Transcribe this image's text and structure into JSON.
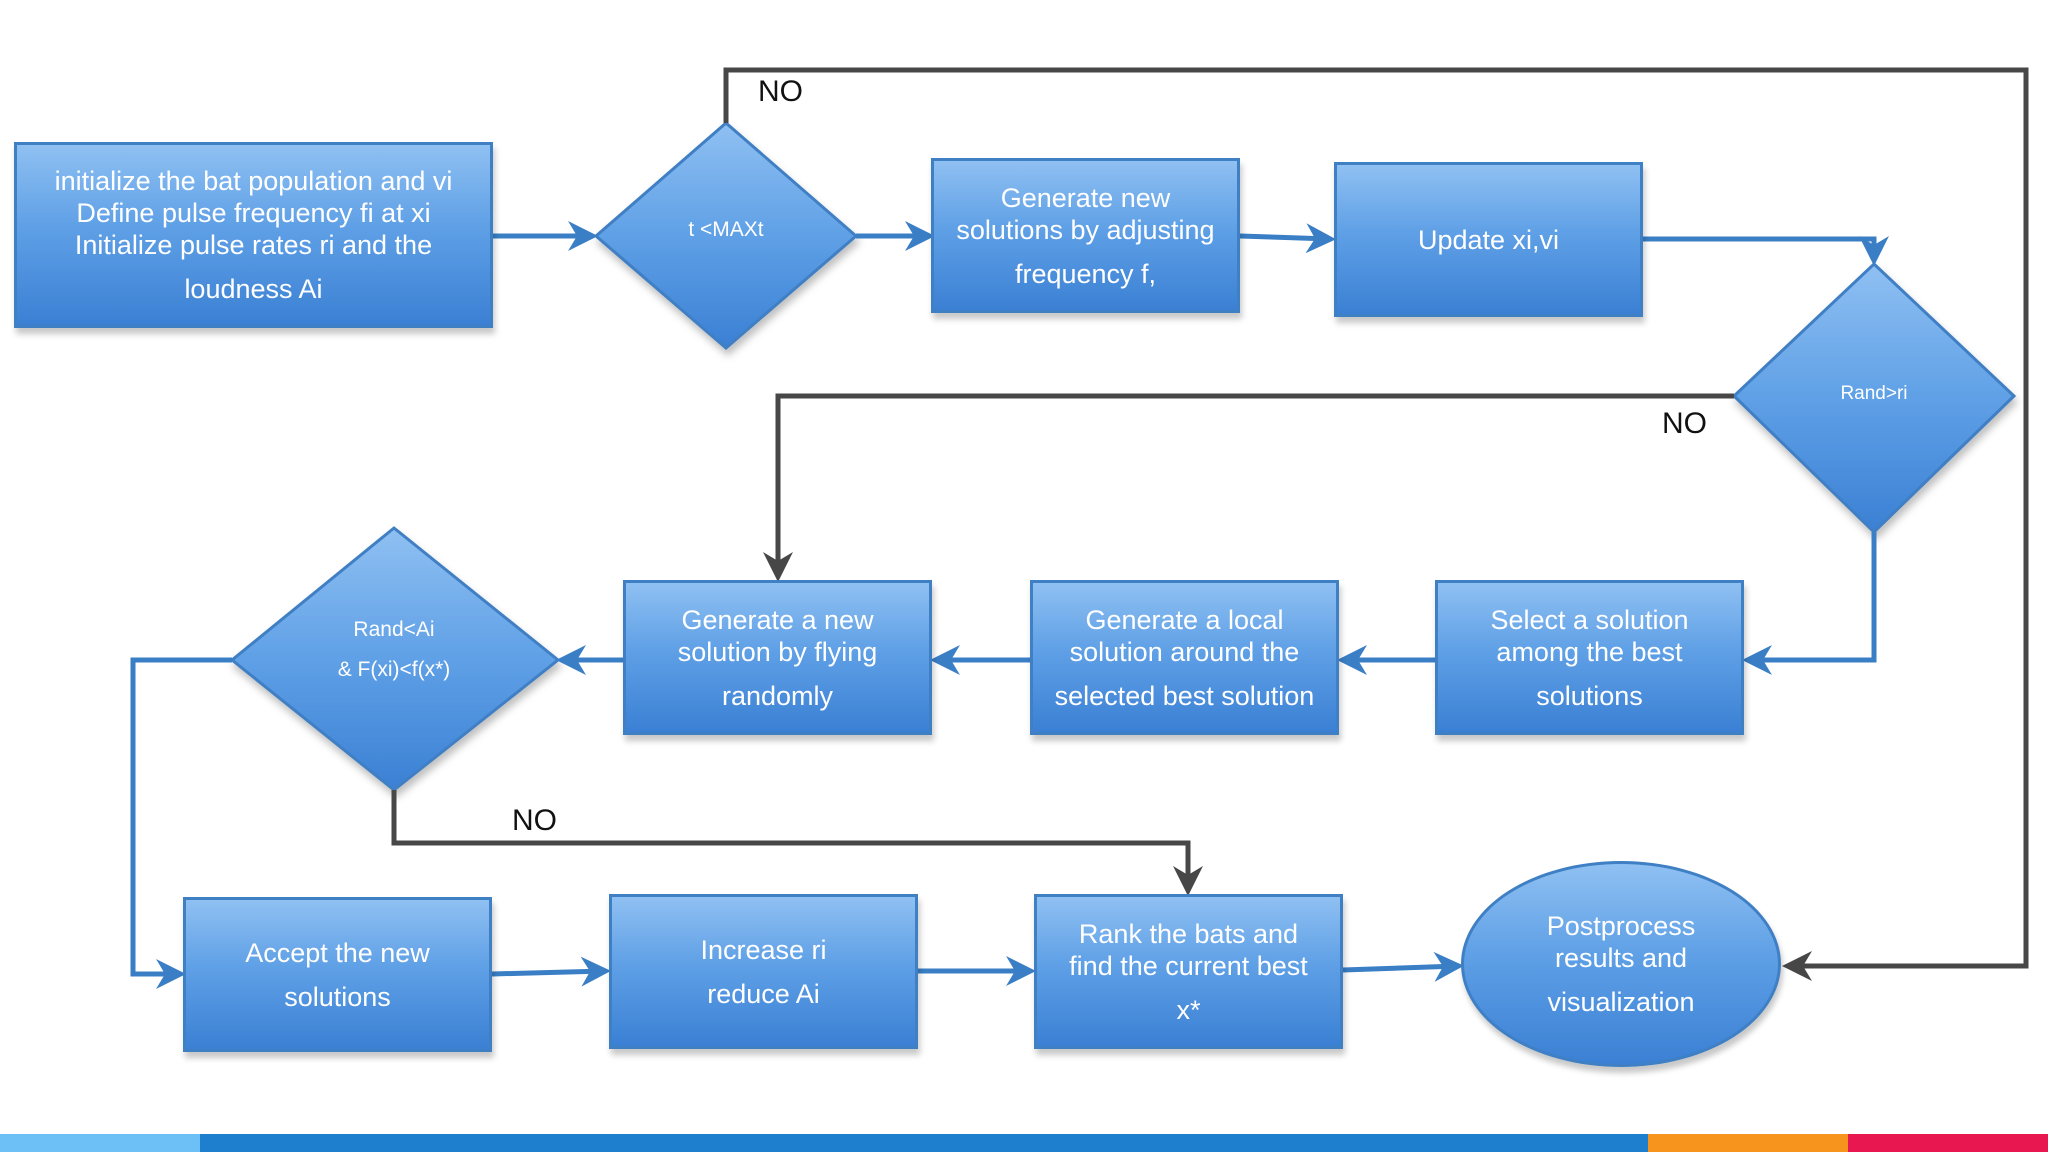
{
  "nodes": {
    "init": [
      "initialize the bat population and vi",
      "Define pulse frequency fi at xi",
      "Initialize pulse rates ri and the",
      "loudness Ai"
    ],
    "gen_solutions": [
      "Generate new",
      "solutions by adjusting",
      "frequency f,"
    ],
    "update": [
      "Update xi,vi"
    ],
    "select_best": [
      "Select a solution",
      "among the best",
      "solutions"
    ],
    "gen_local": [
      "Generate a local",
      "solution around the",
      "selected best solution"
    ],
    "gen_random": [
      "Generate a new",
      "solution by flying",
      "randomly"
    ],
    "accept": [
      "Accept the new",
      "solutions"
    ],
    "increase": [
      "Increase ri",
      "reduce Ai"
    ],
    "rank": [
      "Rank the bats and",
      "find the current best",
      "x*"
    ],
    "postprocess": [
      "Postprocess",
      "results and",
      "visualization"
    ]
  },
  "decisions": {
    "max_iter": [
      "t <MAXt"
    ],
    "rand_ri": [
      "Rand>ri"
    ],
    "rand_ai": [
      "Rand<Ai",
      "& F(xi)<f(x*)"
    ]
  },
  "branch_labels": {
    "max_iter_no": "NO",
    "rand_ri_no": "NO",
    "rand_ai_no": "NO"
  },
  "colors": {
    "shape_top": "#8fc0f2",
    "shape_bottom": "#3b80d4",
    "shape_border": "#3f7fc4",
    "blue_arrow": "#3a7fc6",
    "dark_arrow": "#474747",
    "footer": [
      "#6cc0f5",
      "#1f7fcf",
      "#f7941e",
      "#e8174f"
    ]
  }
}
